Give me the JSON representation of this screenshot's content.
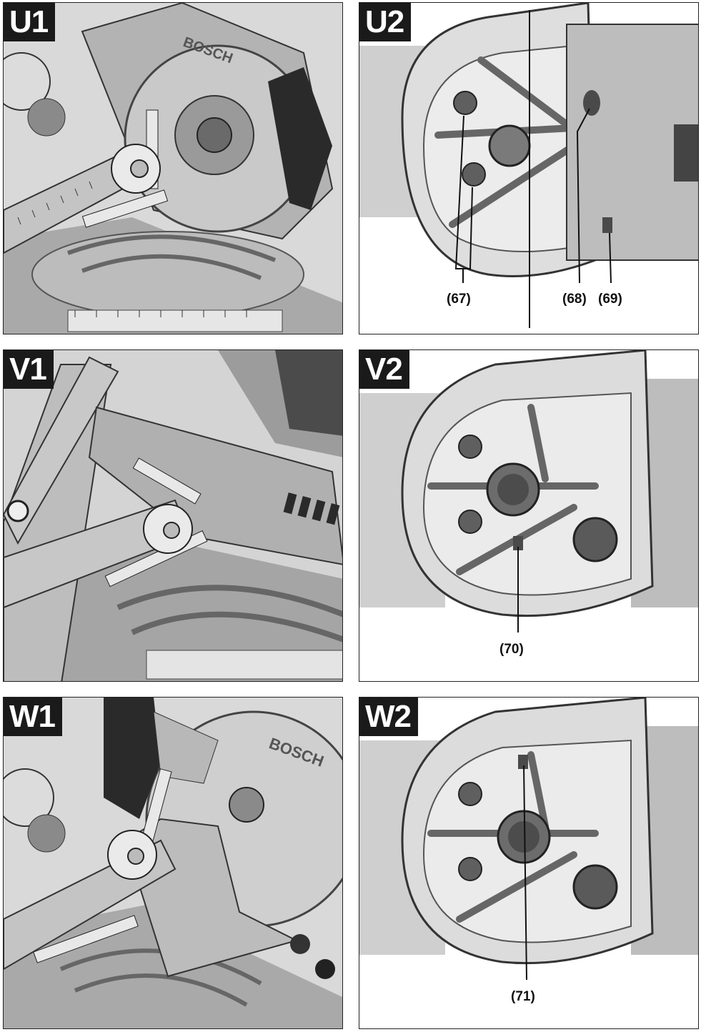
{
  "panels": {
    "u1": {
      "label": "U1"
    },
    "u2": {
      "label": "U2",
      "callouts": [
        "(67)",
        "(68)",
        "(69)"
      ]
    },
    "v1": {
      "label": "V1"
    },
    "v2": {
      "label": "V2",
      "callouts": [
        "(70)"
      ]
    },
    "w1": {
      "label": "W1"
    },
    "w2": {
      "label": "W2",
      "callouts": [
        "(71)"
      ]
    }
  },
  "brand_text": "BOSCH",
  "colors": {
    "background": "#ffffff",
    "label_bg": "#1a1a1a",
    "label_text": "#ffffff",
    "metal_dark": "#555555",
    "metal_light": "#d0d0d0"
  }
}
